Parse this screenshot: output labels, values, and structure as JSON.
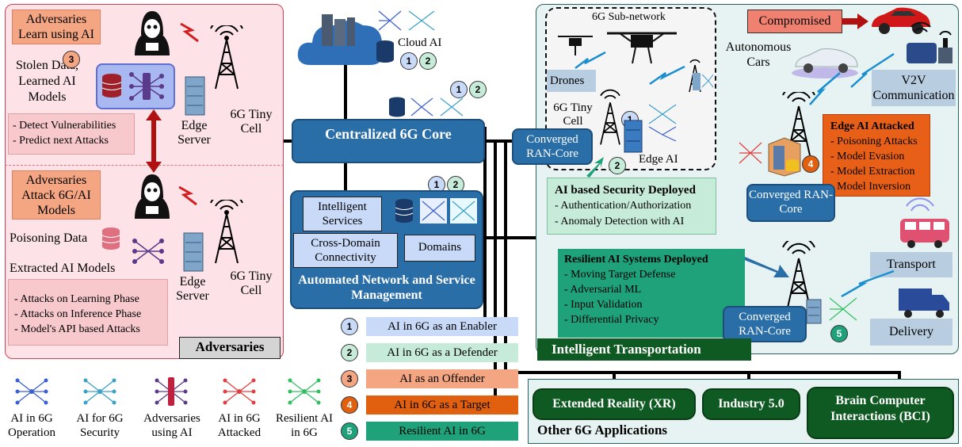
{
  "adversaries": {
    "learn_label": "Adversaries Learn using AI",
    "stolen_label": "Stolen Data, Learned AI Models",
    "detect_items": [
      "- Detect Vulnerabilities",
      "- Predict next Attacks"
    ],
    "attack_label": "Adversaries Attack 6G/AI Models",
    "poisoning_label": "Poisoning Data",
    "extracted_label": "Extracted AI Models",
    "attack_items": [
      "- Attacks on Learning Phase",
      "- Attacks on Inference Phase",
      "- Model's API based Attacks"
    ],
    "edge_server_label": "Edge Server",
    "tiny_cell_label": "6G Tiny Cell",
    "title": "Adversaries"
  },
  "core": {
    "cloud_label": "Cloud AI",
    "core_label": "Centralized 6G Core",
    "services": [
      "Intelligent Services",
      "Cross-Domain Connectivity",
      "Domains"
    ],
    "mgmt_label": "Automated Network and Service Management"
  },
  "subnetwork": {
    "title": "6G Sub-network",
    "drones_label": "Drones",
    "tiny_cell_label": "6G Tiny Cell",
    "edge_ai_label": "Edge AI",
    "converged_label": "Converged RAN-Core",
    "security_title": "AI based Security Deployed",
    "security_items": [
      "- Authentication/Authorization",
      "- Anomaly Detection with AI"
    ]
  },
  "transport": {
    "compromised_label": "Compromised",
    "autonomous_label": "Autonomous Cars",
    "v2v_label": "V2V Communication",
    "edge_attacked_title": "Edge AI Attacked",
    "edge_attacked_items": [
      "- Poisoning Attacks",
      "- Model Evasion",
      "- Model Extraction",
      "- Model Inversion"
    ],
    "converged_label": "Converged RAN-Core",
    "resilient_title": "Resilient AI Systems Deployed",
    "resilient_items": [
      "- Moving Target Defense",
      "- Adversarial ML",
      "- Input Validation",
      "- Differential Privacy"
    ],
    "transport_label": "Transport",
    "delivery_label": "Delivery",
    "title": "Intelligent Transportation"
  },
  "legend_roles": [
    {
      "num": "1",
      "label": "AI in 6G as an Enabler",
      "color": "#c9daf8"
    },
    {
      "num": "2",
      "label": "AI in 6G as a Defender",
      "color": "#c6ecd9"
    },
    {
      "num": "3",
      "label": "AI as an Offender",
      "color": "#f4a582"
    },
    {
      "num": "4",
      "label": "AI in 6G as a Target",
      "color": "#e06010"
    },
    {
      "num": "5",
      "label": "Resilient AI in 6G",
      "color": "#1fa27a"
    }
  ],
  "legend_icons": [
    {
      "label": "AI in 6G Operation",
      "color": "#3a5fd0"
    },
    {
      "label": "AI for 6G Security",
      "color": "#3aa0c8"
    },
    {
      "label": "Adversaries using AI",
      "color": "#5a3a8a"
    },
    {
      "label": "AI in 6G Attacked",
      "color": "#e04040"
    },
    {
      "label": "Resilient AI in 6G",
      "color": "#30c060"
    }
  ],
  "applications": {
    "xr_label": "Extended Reality (XR)",
    "industry_label": "Industry 5.0",
    "bci_label": "Brain Computer Interactions (BCI)",
    "title": "Other 6G Applications"
  },
  "colors": {
    "adversary_bg": "#fde3e7",
    "transport_bg": "#e6f3f2",
    "core_blue": "#2a6ea8",
    "dark_green": "#0f5a22"
  }
}
